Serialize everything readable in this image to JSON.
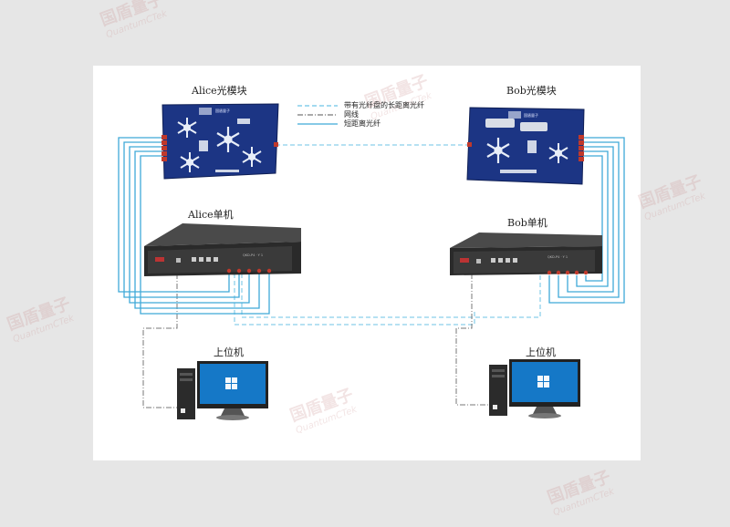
{
  "labels": {
    "alice_module": "Alice光模块",
    "bob_module": "Bob光模块",
    "alice_unit": "Alice单机",
    "bob_unit": "Bob单机",
    "host_left": "上位机",
    "host_right": "上位机"
  },
  "legend": [
    {
      "text": "带有光纤盘的长距离光纤",
      "style": "dashed"
    },
    {
      "text": "网线",
      "style": "dash-dot"
    },
    {
      "text": "短距离光纤",
      "style": "solid"
    }
  ],
  "watermark": {
    "cn": "国盾量子",
    "en": "QuantumCTek"
  },
  "colors": {
    "fiber": "#3fa9d8",
    "long_fiber": "#6cc3e6",
    "network": "#777777",
    "module_board": "#1c3584",
    "unit_body": "#2a2a2a",
    "monitor_screen": "#1578c7"
  },
  "device_text": {
    "board_brand": "国盾量子",
    "unit_model": "QKD-P4 · Y 1"
  }
}
